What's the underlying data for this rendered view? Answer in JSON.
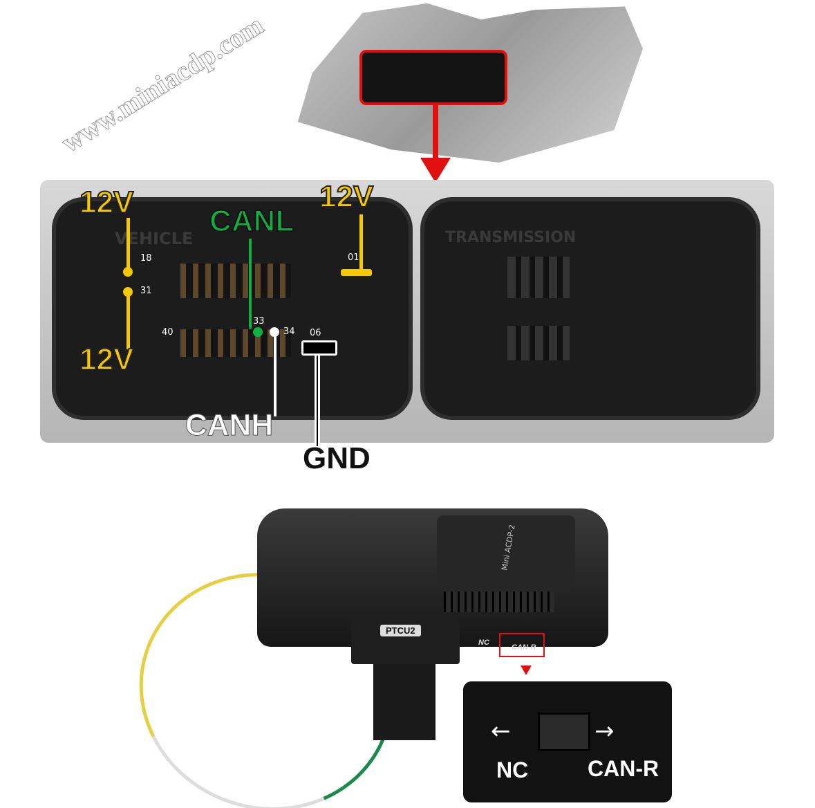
{
  "watermark": "www.miniacdp.com",
  "connector": {
    "housing_labels": [
      "VEHICLE",
      "TRANSMISSION"
    ],
    "pins": {
      "p18": "18",
      "p31": "31",
      "p01": "01",
      "p33": "33",
      "p40": "40",
      "p34": "34",
      "p06": "06"
    },
    "signals": {
      "v12_top_left": "12V",
      "v12_top_right": "12V",
      "v12_bottom_left": "12V",
      "canl": "CANL",
      "canh": "CANH",
      "gnd": "GND"
    }
  },
  "device": {
    "model": "Mini ACDP-2",
    "port_label": "PTCU2",
    "switch_left": "NC",
    "switch_right": "CAN-R"
  },
  "inset": {
    "left": "NC",
    "right": "CAN-R"
  },
  "colors": {
    "power": "#f5c800",
    "canl": "#10b040",
    "canh": "#ffffff",
    "gnd": "#111111",
    "highlight": "#e01010"
  }
}
